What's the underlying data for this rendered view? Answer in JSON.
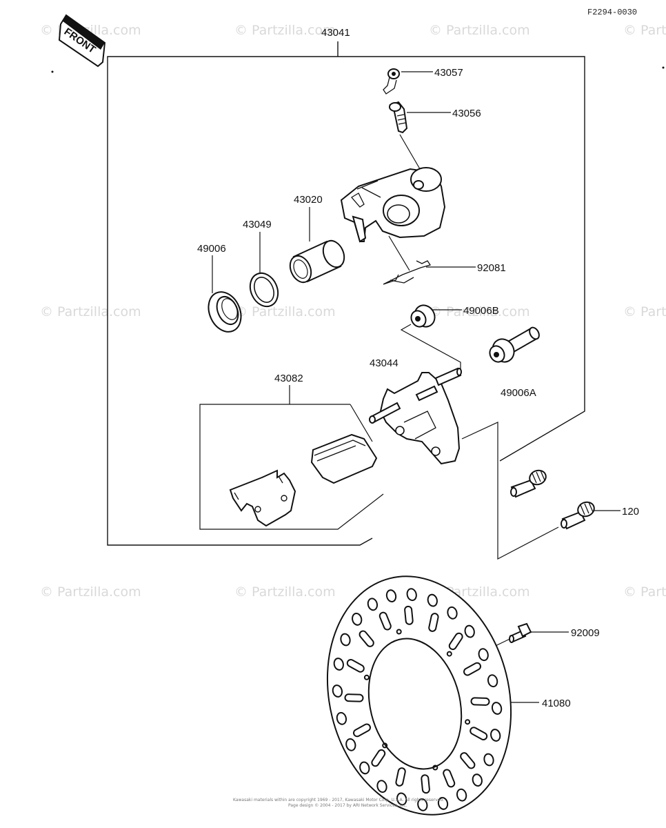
{
  "diagram_code": "F2294-0030",
  "front_sign": "FRONT",
  "watermark": "© Partzilla.com",
  "watermark_short": "© Part",
  "copyright_lines": [
    "Kawasaki materials within are copyright 1969 - 2017, Kawasaki Motor Corp. U.S.A. All rights reserved.",
    "Page design © 2004 - 2017 by ARI Network Services, Inc."
  ],
  "parts": {
    "p43041": "43041",
    "p43057": "43057",
    "p43056": "43056",
    "p43020": "43020",
    "p43049": "43049",
    "p49006": "49006",
    "p92081": "92081",
    "p49006B": "49006B",
    "p49006A": "49006A",
    "p43044": "43044",
    "p43082": "43082",
    "p120": "120",
    "p92009": "92009",
    "p41080": "41080"
  }
}
